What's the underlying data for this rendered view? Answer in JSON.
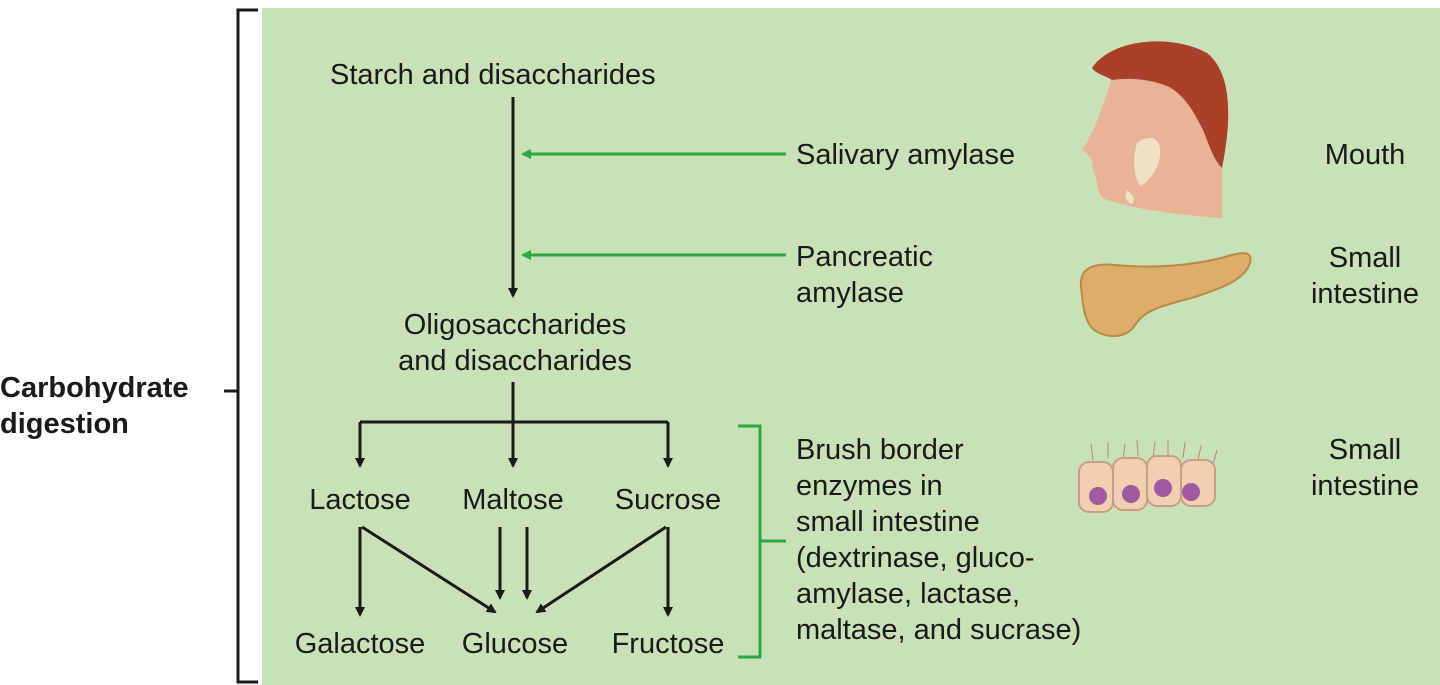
{
  "bracket_label": {
    "line1": "Carbohydrate",
    "line2": "digestion"
  },
  "flow": {
    "starch": "Starch and disaccharides",
    "oligo_line1": "Oligosaccharides",
    "oligo_line2": "and disaccharides",
    "disaccharides": [
      "Lactose",
      "Maltose",
      "Sucrose"
    ],
    "monosaccharides": [
      "Galactose",
      "Glucose",
      "Fructose"
    ]
  },
  "enzymes": {
    "salivary": "Salivary amylase",
    "pancreatic_line1": "Pancreatic",
    "pancreatic_line2": "amylase",
    "brush": [
      "Brush border",
      "enzymes in",
      "small intestine",
      "(dextrinase, gluco-",
      "amylase, lactase,",
      "maltase, and sucrase)"
    ]
  },
  "sites": {
    "mouth": "Mouth",
    "small_intestine_1": [
      "Small",
      "intestine"
    ],
    "small_intestine_2": [
      "Small",
      "intestine"
    ]
  },
  "colors": {
    "panel": "#c9e1b6",
    "enzyme_arrow": "#2aa845",
    "flow_arrow": "#1a1a1a"
  },
  "icons": [
    "head-profile-icon",
    "pancreas-icon",
    "epithelial-cells-icon"
  ]
}
